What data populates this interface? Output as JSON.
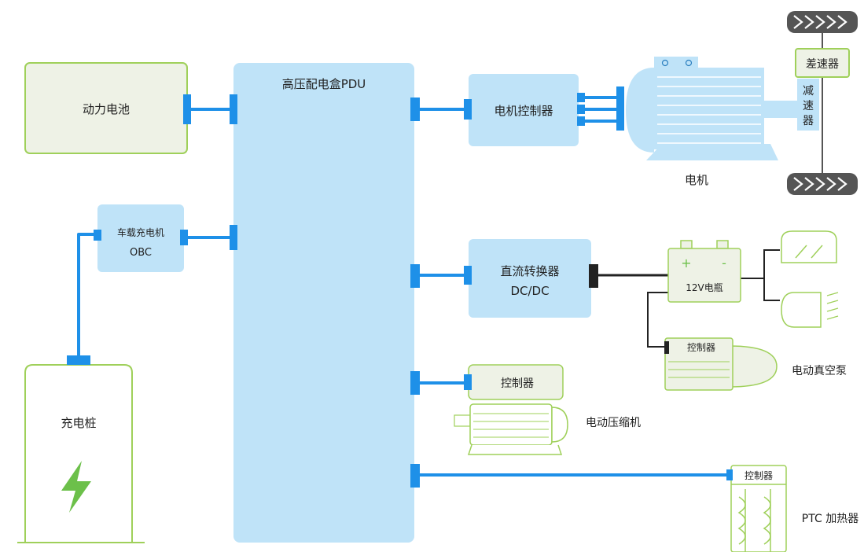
{
  "colors": {
    "wire": "#1e90e8",
    "box_fill": "#bfe3f8",
    "green_fill": "#eef2e6",
    "green_stroke": "#9fd05a",
    "dark_wire": "#222222",
    "bolt": "#6cc04a",
    "tire": "#555555"
  },
  "pdu": {
    "label": "高压配电盒PDU"
  },
  "battery": {
    "label": "动力电池"
  },
  "obc": {
    "line1": "车载充电机",
    "line2": "OBC"
  },
  "charging_pile": {
    "label": "充电桩",
    "icon": "lightning-bolt-icon"
  },
  "motor_controller": {
    "label": "电机控制器"
  },
  "motor": {
    "label": "电机"
  },
  "differential": {
    "label": "差速器"
  },
  "reducer": {
    "chars": [
      "减",
      "速",
      "器"
    ]
  },
  "dcdc": {
    "line1": "直流转换器",
    "line2": "DC/DC"
  },
  "battery_12v": {
    "label": "12V电瓶",
    "plus": "+",
    "minus": "-"
  },
  "vacuum_pump": {
    "controller": "控制器",
    "label": "电动真空泵"
  },
  "compressor": {
    "controller": "控制器",
    "label": "电动压缩机"
  },
  "ptc_heater": {
    "controller": "控制器",
    "label": "PTC 加热器"
  }
}
